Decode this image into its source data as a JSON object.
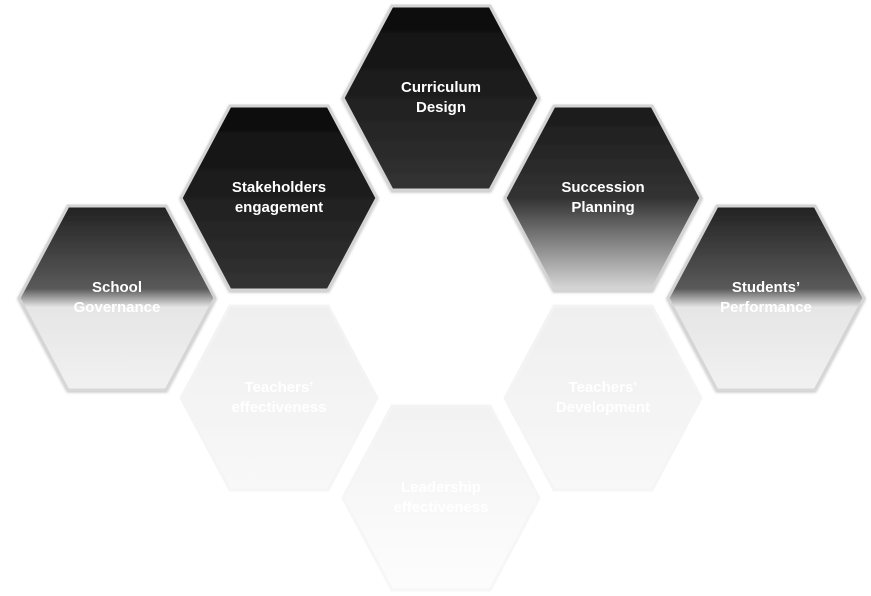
{
  "diagram": {
    "hexagons": [
      {
        "id": "curriculum-design",
        "lines": [
          "Curriculum",
          "Design"
        ]
      },
      {
        "id": "stakeholders-engagement",
        "lines": [
          "Stakeholders",
          "engagement"
        ]
      },
      {
        "id": "succession-planning",
        "lines": [
          "Succession",
          "Planning"
        ]
      },
      {
        "id": "school-governance",
        "lines": [
          "School",
          "Governance"
        ]
      },
      {
        "id": "students-performance",
        "lines": [
          "Students’",
          "Performance"
        ]
      },
      {
        "id": "teachers-effectiveness",
        "lines": [
          "Teachers’",
          "effectiveness"
        ]
      },
      {
        "id": "teachers-development",
        "lines": [
          "Teachers’",
          "Development"
        ]
      },
      {
        "id": "leadership-effectiveness",
        "lines": [
          "Leadership",
          "effectiveness"
        ]
      }
    ],
    "colors": {
      "hex_dark": "#111111",
      "hex_mid": "#333333",
      "hex_light": "#f2f2f2",
      "border": "#d9d9d9",
      "text": "#ffffff"
    }
  }
}
